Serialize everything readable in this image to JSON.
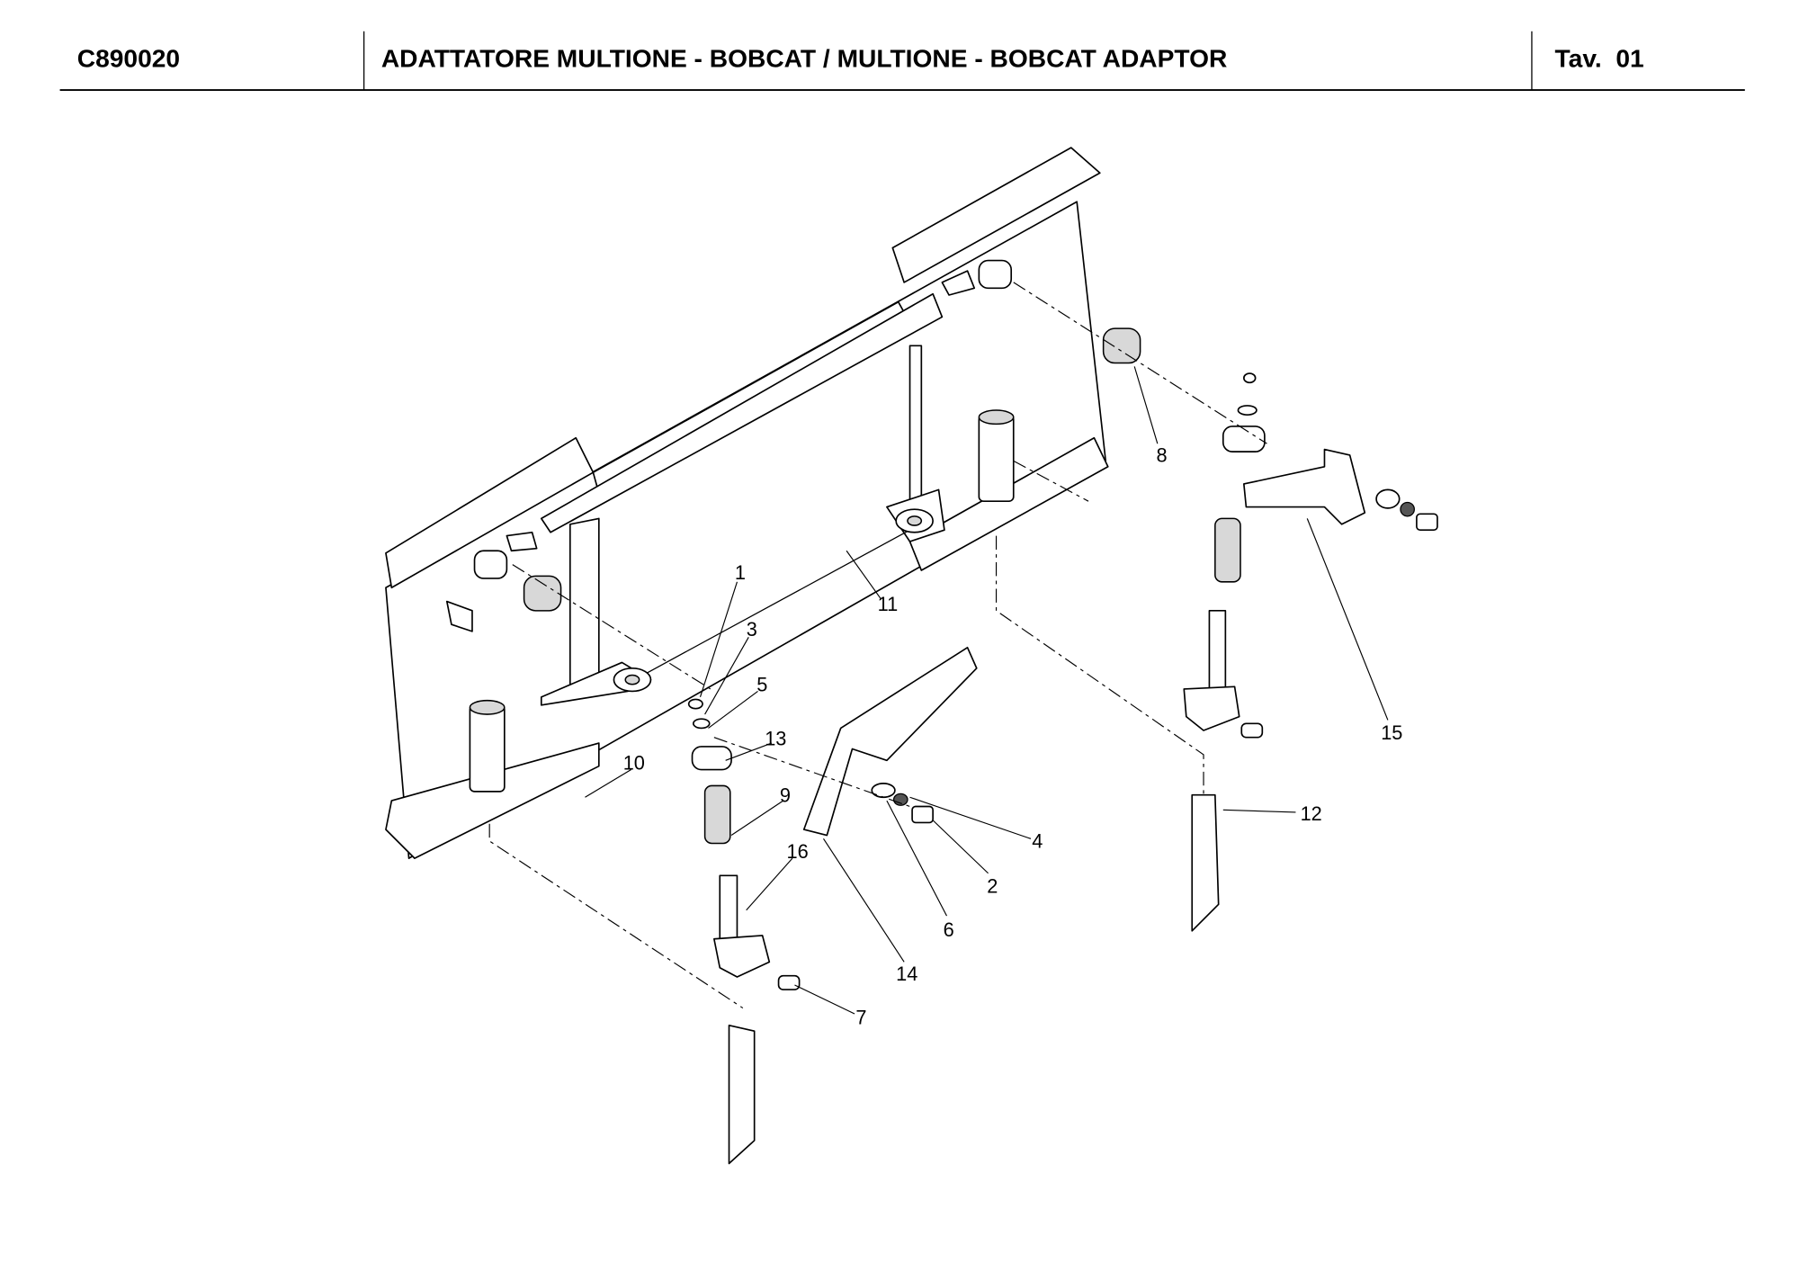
{
  "header": {
    "code": "C890020",
    "title": "ADATTATORE MULTIONE - BOBCAT / MULTIONE - BOBCAT ADAPTOR",
    "table": "Tav.  01"
  },
  "callouts": [
    "1",
    "2",
    "3",
    "4",
    "5",
    "6",
    "7",
    "8",
    "9",
    "10",
    "11",
    "12",
    "13",
    "14",
    "15",
    "16"
  ]
}
